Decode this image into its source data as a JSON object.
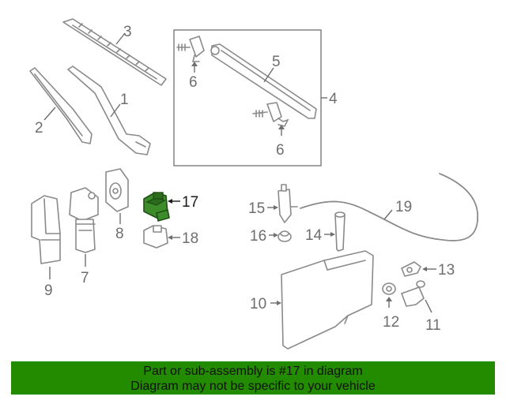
{
  "callouts": {
    "c1": "1",
    "c2": "2",
    "c3": "3",
    "c4": "4",
    "c5": "5",
    "c6a": "6",
    "c6b": "6",
    "c7": "7",
    "c8": "8",
    "c9": "9",
    "c10": "10",
    "c11": "11",
    "c12": "12",
    "c13": "13",
    "c14": "14",
    "c15": "15",
    "c16": "16",
    "c17": "17",
    "c18": "18",
    "c19": "19"
  },
  "highlight_color": "#3c8c2a",
  "banner": {
    "line1": "Part or sub-assembly is #17 in diagram",
    "line2": "Diagram may not be specific to your vehicle",
    "background": "#228b00"
  }
}
